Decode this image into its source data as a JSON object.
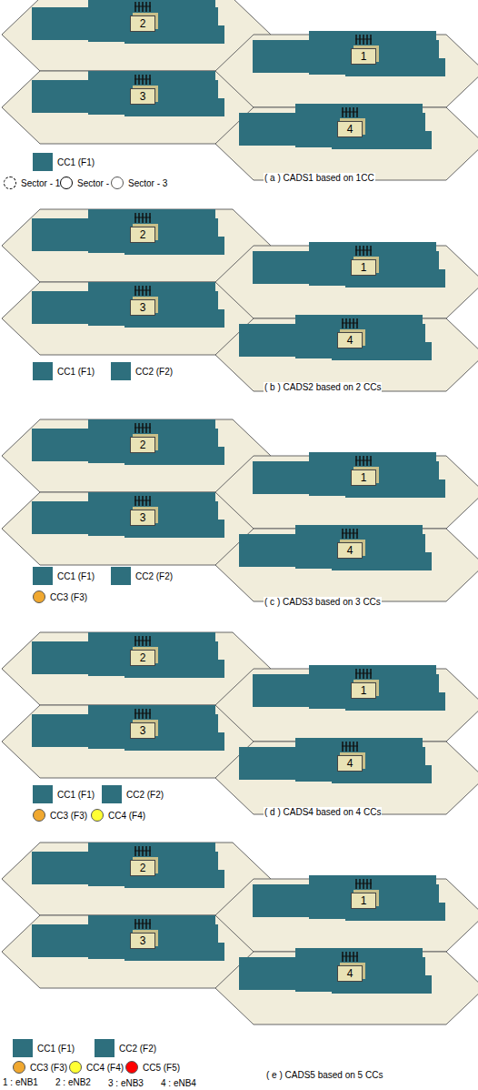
{
  "diagram": {
    "nodes": [
      {
        "text": [
          "2"
        ]
      },
      {
        "text": [
          "1"
        ]
      },
      {
        "text": [
          "3"
        ]
      },
      {
        "text": [
          "4"
        ]
      },
      {
        "text": [
          "2"
        ]
      },
      {
        "text": [
          "1"
        ]
      },
      {
        "text": [
          "3"
        ]
      },
      {
        "text": [
          "4"
        ]
      },
      {
        "text": [
          "2"
        ]
      },
      {
        "text": [
          "1"
        ]
      },
      {
        "text": [
          "3"
        ]
      },
      {
        "text": [
          "4"
        ]
      },
      {
        "text": [
          "2"
        ]
      },
      {
        "text": [
          "1"
        ]
      },
      {
        "text": [
          "3"
        ]
      },
      {
        "text": [
          "4"
        ]
      },
      {
        "text": [
          "2"
        ]
      },
      {
        "text": [
          "1"
        ]
      },
      {
        "text": [
          "3"
        ]
      },
      {
        "text": [
          "4"
        ]
      }
    ],
    "labels": [
      "( a ) CADS1 based on 1CC",
      "( b ) CADS2 based on 2 CCs",
      "( c ) CADS3 based on 3 CCs",
      "( d ) CADS4 based on 4 CCs",
      "1 : eNB1",
      "2 : eNB2",
      "3 : eNB3",
      "4 : eNB4",
      "( e ) CADS5 based on 5 CCs"
    ],
    "legend": [
      {
        "text": "CC1 (F1)",
        "color": "#2e6f7d"
      },
      {
        "text": "Sector - 1"
      },
      {
        "text": "Sector - 2"
      },
      {
        "text": "Sector - 3"
      },
      {
        "text": "CC1 (F1)",
        "color": "#2e6f7d"
      },
      {
        "text": "CC2 (F2)",
        "color": "#2e6f7d"
      },
      {
        "text": "CC1 (F1)",
        "color": "#2e6f7d"
      },
      {
        "text": "CC2 (F2)",
        "color": "#2e6f7d"
      },
      {
        "text": "CC3 (F3)",
        "color": "#f0a830"
      },
      {
        "text": "CC1 (F1)",
        "color": "#2e6f7d"
      },
      {
        "text": "CC2 (F2)",
        "color": "#2e6f7d"
      },
      {
        "text": "CC3 (F3)",
        "color": "#f0a830"
      },
      {
        "text": "CC4 (F4)",
        "color": "#ffff33"
      },
      {
        "text": "CC1 (F1)",
        "color": "#2e6f7d"
      },
      {
        "text": "CC2 (F2)",
        "color": "#2e6f7d"
      },
      {
        "text": "CC3 (F3)",
        "color": "#f0a830"
      },
      {
        "text": "CC4 (F4)",
        "color": "#ffff33"
      },
      {
        "text": "CC5 (F5)",
        "color": "#ff0000"
      }
    ]
  }
}
